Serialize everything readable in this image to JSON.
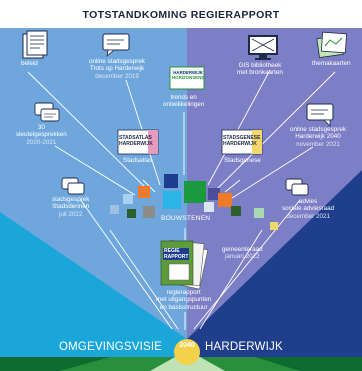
{
  "title": "TOTSTANDKOMING REGIERAPPORT",
  "colors": {
    "left_bg": "#6fa7dd",
    "right_bg": "#7d7fc6",
    "center_cone": "#1aa6d8",
    "right_cone": "#1f3f8d",
    "bottom_green": "#2a8f3c",
    "bottom_dark_green": "#0e6b2f",
    "badge_yellow": "#f3d24a"
  },
  "items": {
    "beleid": {
      "label": "beleid"
    },
    "online_2019": {
      "line1": "online stadsgesprek",
      "line2": "Trots op Harderwijk",
      "date": "december 2019"
    },
    "trends": {
      "line1": "trends en",
      "line2": "ontwikkelingen",
      "badge1": "HARDERWIJK",
      "badge2": "HORIZONSENS"
    },
    "gis": {
      "line1": "GIS bibliotheek",
      "line2": "met bronkaarten"
    },
    "themakaarten": {
      "label": "themakaarten"
    },
    "sleutel": {
      "line1": "30",
      "line2": "sleutelgesprekken",
      "date": "2020-2021"
    },
    "stadsatlas": {
      "label": "Stadsatlas",
      "badge1": "STADSATLAS",
      "badge2": "HARDERWIJK"
    },
    "stadsgenese": {
      "label": "Stadsgenese",
      "badge1": "STADSGENESE",
      "badge2": "HARDERWIJK"
    },
    "online_2040": {
      "line1": "online stadsgesprek",
      "line2": "Harderwijk 2040",
      "date": "november 2021"
    },
    "stadsdennen": {
      "line1": "stadsgesprek",
      "line2": "Stadsdennen",
      "date": "juli 2022"
    },
    "advies": {
      "line1": "advies",
      "line2": "sociale adviesraad",
      "date": "december 2021"
    },
    "gemeenteraad": {
      "line1": "gemeenteraad",
      "date": "januari 2022"
    },
    "bouwstenen": {
      "label": "BOUWSTENEN"
    },
    "regierapport": {
      "line1": "regierapport",
      "line2": "met uitgangspunten",
      "line3": "en basisstructuur",
      "doc1": "REGIE",
      "doc2": "RAPPORT"
    }
  },
  "bottom": {
    "left": "OMGEVINGSVISIE",
    "year": "2040",
    "right": "HARDERWIJK"
  }
}
